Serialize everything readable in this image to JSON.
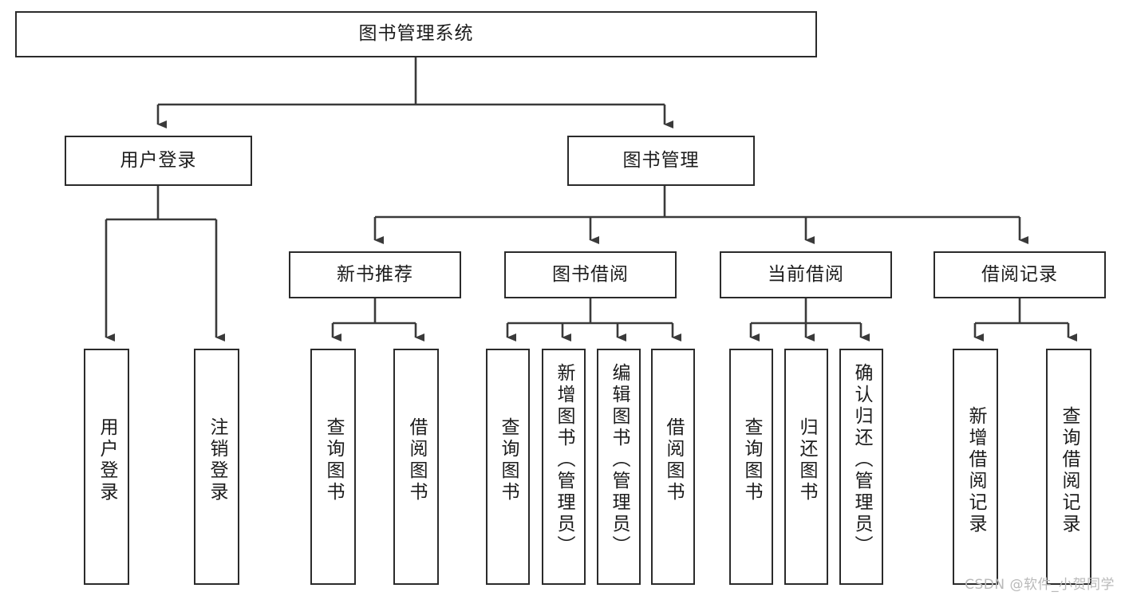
{
  "diagram": {
    "kind": "tree-hierarchy",
    "title": "图书管理系统",
    "orientation": "top-down",
    "colors": {
      "box_border": "#2b2b2b",
      "box_fill": "#ffffff",
      "connector": "#3a3a3a",
      "text": "#1c1c1c",
      "watermark": "#b9b9b9",
      "background": "#ffffff"
    }
  },
  "nodes": {
    "root": {
      "label": "图书管理系统",
      "level": 1
    },
    "level2": [
      {
        "id": "user-login",
        "label": "用户登录"
      },
      {
        "id": "book-management",
        "label": "图书管理"
      }
    ],
    "level3": [
      {
        "id": "new-book-recommend",
        "label": "新书推荐"
      },
      {
        "id": "book-borrow",
        "label": "图书借阅"
      },
      {
        "id": "current-borrow",
        "label": "当前借阅"
      },
      {
        "id": "borrow-record",
        "label": "借阅记录"
      }
    ],
    "leaves": {
      "user-login": [
        {
          "id": "leaf-user-login",
          "label": "用户登录"
        },
        {
          "id": "leaf-logout-login",
          "label": "注销登录"
        }
      ],
      "new-book-recommend": [
        {
          "id": "leaf-query-book-1",
          "label": "查询图书"
        },
        {
          "id": "leaf-borrow-book-1",
          "label": "借阅图书"
        }
      ],
      "book-borrow": [
        {
          "id": "leaf-query-book-2",
          "label": "查询图书"
        },
        {
          "id": "leaf-add-book-admin",
          "label": "新增图书（管理员）"
        },
        {
          "id": "leaf-edit-book-admin",
          "label": "编辑图书（管理员）"
        },
        {
          "id": "leaf-borrow-book-2",
          "label": "借阅图书"
        }
      ],
      "current-borrow": [
        {
          "id": "leaf-query-book-3",
          "label": "查询图书"
        },
        {
          "id": "leaf-return-book",
          "label": "归还图书"
        },
        {
          "id": "leaf-confirm-return-admin",
          "label": "确认归还（管理员）"
        }
      ],
      "borrow-record": [
        {
          "id": "leaf-add-borrow-record",
          "label": "新增借阅记录"
        },
        {
          "id": "leaf-query-borrow-record",
          "label": "查询借阅记录"
        }
      ]
    }
  },
  "watermark": {
    "text": "CSDN @软件_小贺同学"
  }
}
